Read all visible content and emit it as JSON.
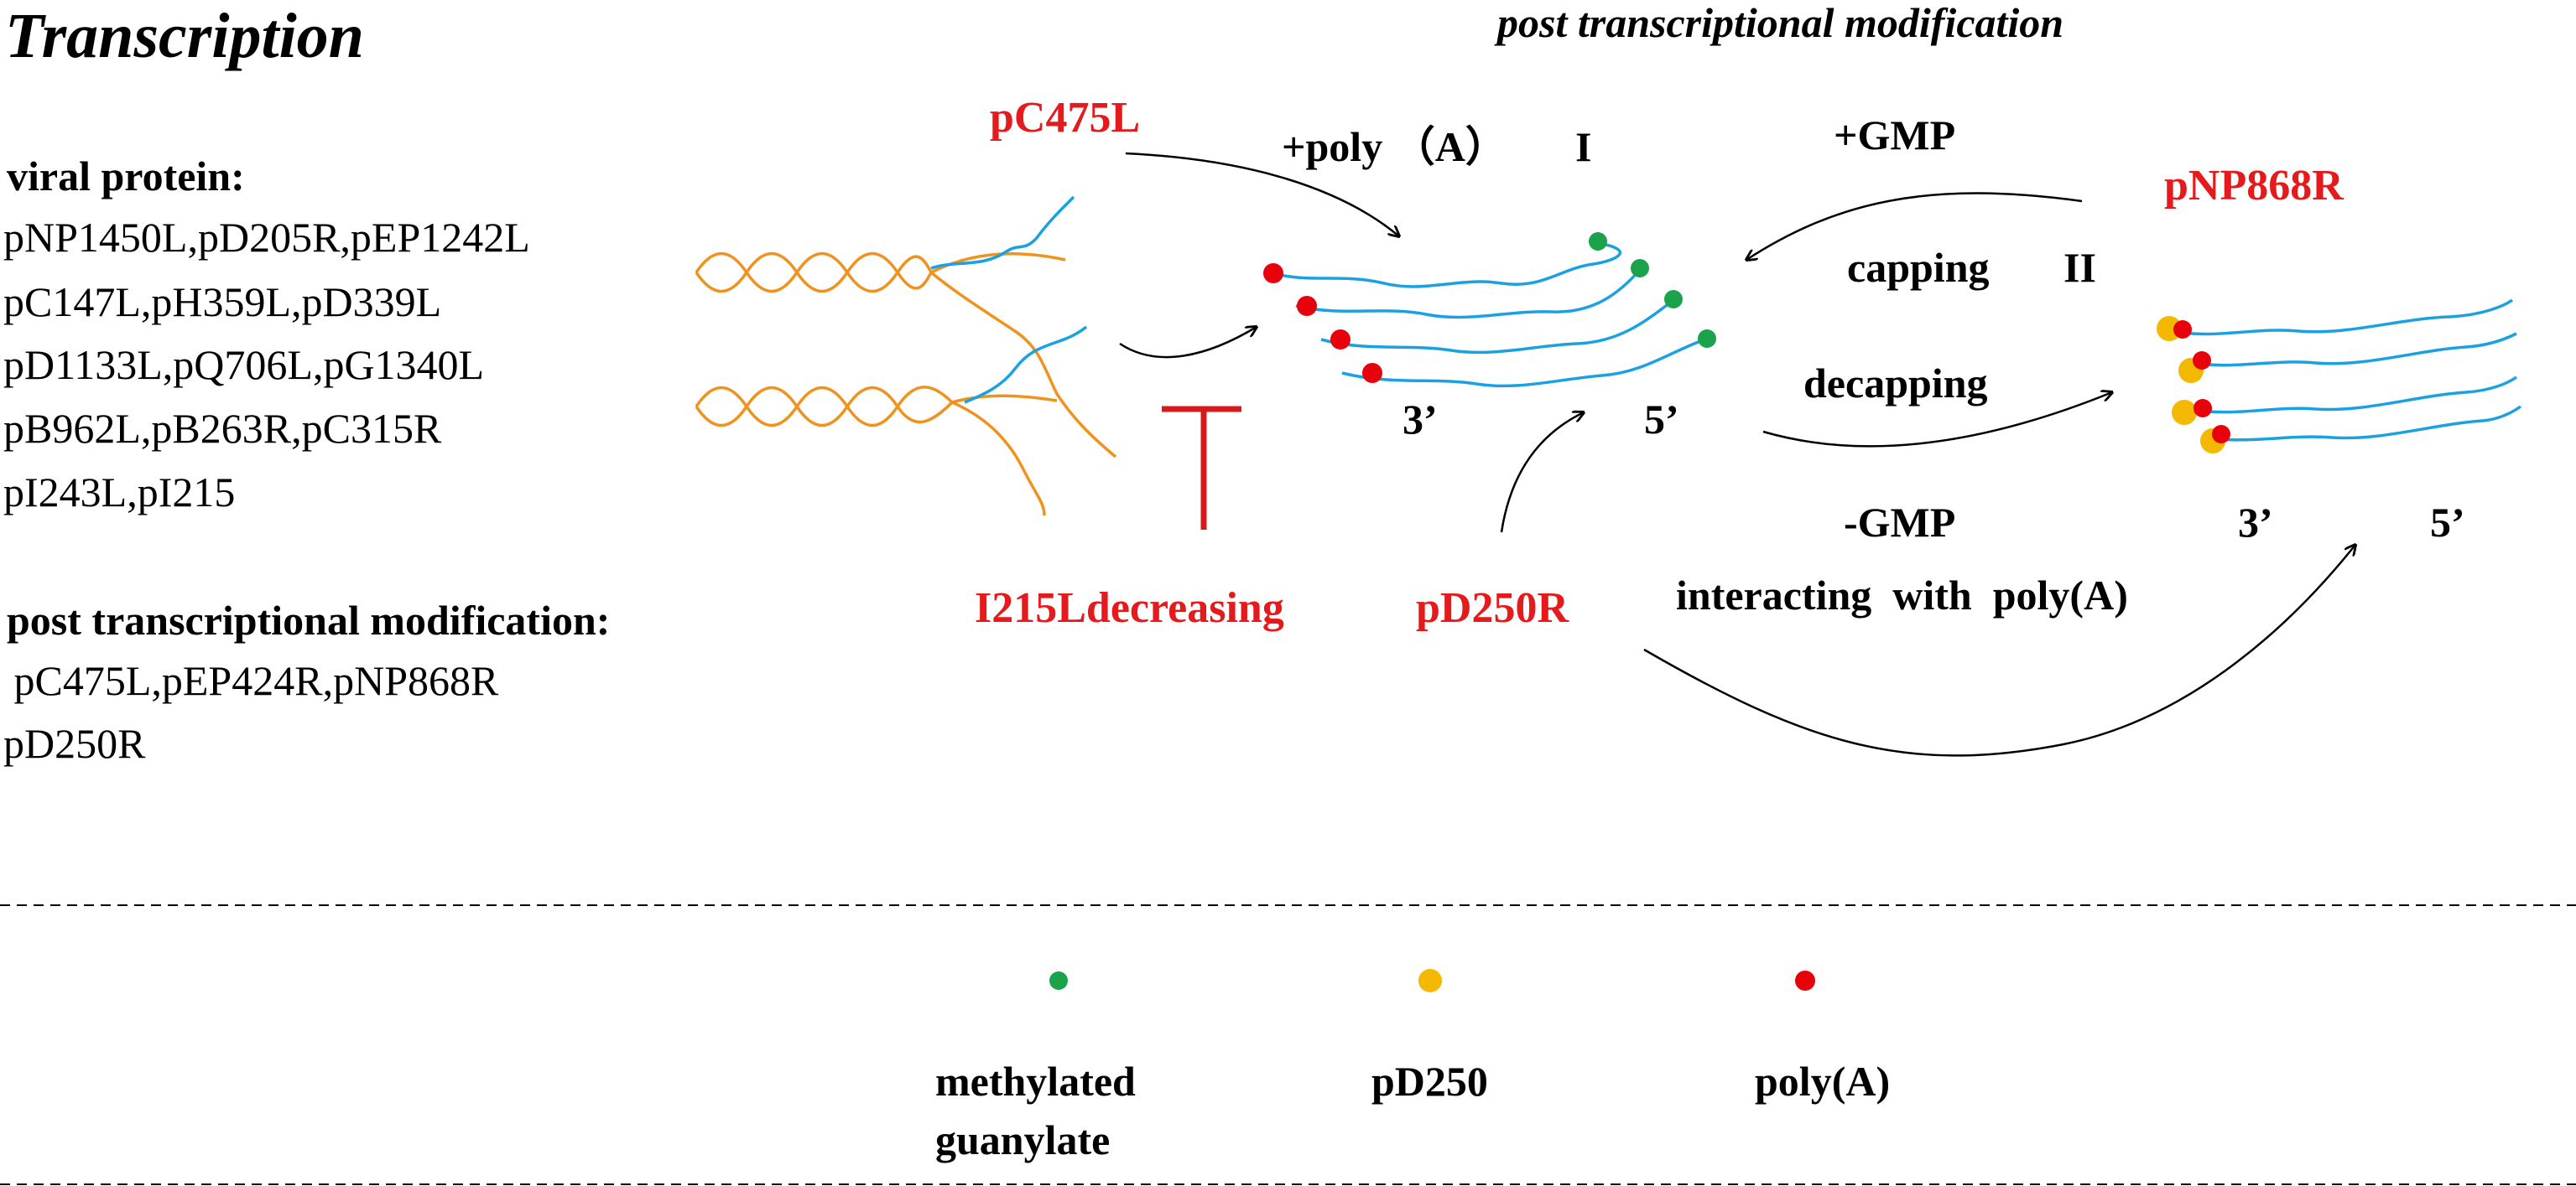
{
  "title": "Transcription",
  "subtitle": "post transcriptional modification",
  "left_panel": {
    "viral_protein_heading": "viral protein:",
    "viral_protein_lines": [
      "pNP1450L,pD205R,pEP1242L",
      "pC147L,pH359L,pD339L",
      "pD1133L,pQ706L,pG1340L",
      "pB962L,pB263R,pC315R",
      "pI243L,pI215"
    ],
    "ptm_heading": "post transcriptional  modification:",
    "ptm_lines": [
      " pC475L,pEP424R,pNP868R",
      "pD250R"
    ]
  },
  "diagram": {
    "enzyme_pC475L": "pC475L",
    "poly_a_step": "+poly （A）",
    "step_I": "I",
    "plus_gmp": "+GMP",
    "enzyme_pNP868R": "pNP868R",
    "capping": "capping",
    "step_II": "II",
    "decapping": "decapping",
    "minus_gmp": "-GMP",
    "interacting": "interacting  with  poly(A)",
    "inhibitor": "I215Ldecreasing",
    "enzyme_pD250R": "pD250R",
    "end_3_left": "3’",
    "end_5_left": "5’",
    "end_3_right": "3’",
    "end_5_right": "5’"
  },
  "legend": [
    {
      "label": "methylated guanylate",
      "color": "#1aa34a"
    },
    {
      "label": "pD250",
      "color": "#f5b800"
    },
    {
      "label": "poly(A)",
      "color": "#e8000b"
    }
  ],
  "colors": {
    "rna": "#1ba1e2",
    "dna": "#f0931e",
    "inhibitor": "#d7191c",
    "highlight_text": "#e41a1c"
  }
}
